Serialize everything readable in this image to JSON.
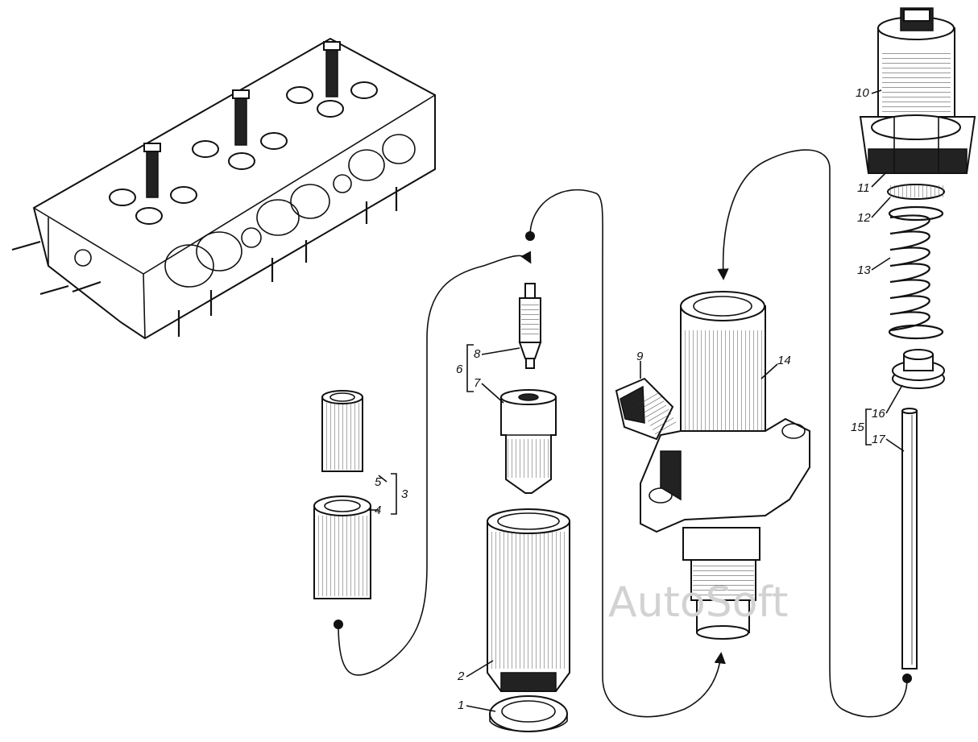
{
  "labels": {
    "l1": "1",
    "l2": "2",
    "l3": "3",
    "l4": "4",
    "l5": "5",
    "l6": "6",
    "l7": "7",
    "l8": "8",
    "l9": "9",
    "l10": "10",
    "l11": "11",
    "l12": "12",
    "l13": "13",
    "l14": "14",
    "l15": "15",
    "l16": "16",
    "l17": "17"
  },
  "watermark": "AutoSoft",
  "colors": {
    "ink": "#111111",
    "paper": "#ffffff",
    "watermark": "#d2d2d2"
  }
}
